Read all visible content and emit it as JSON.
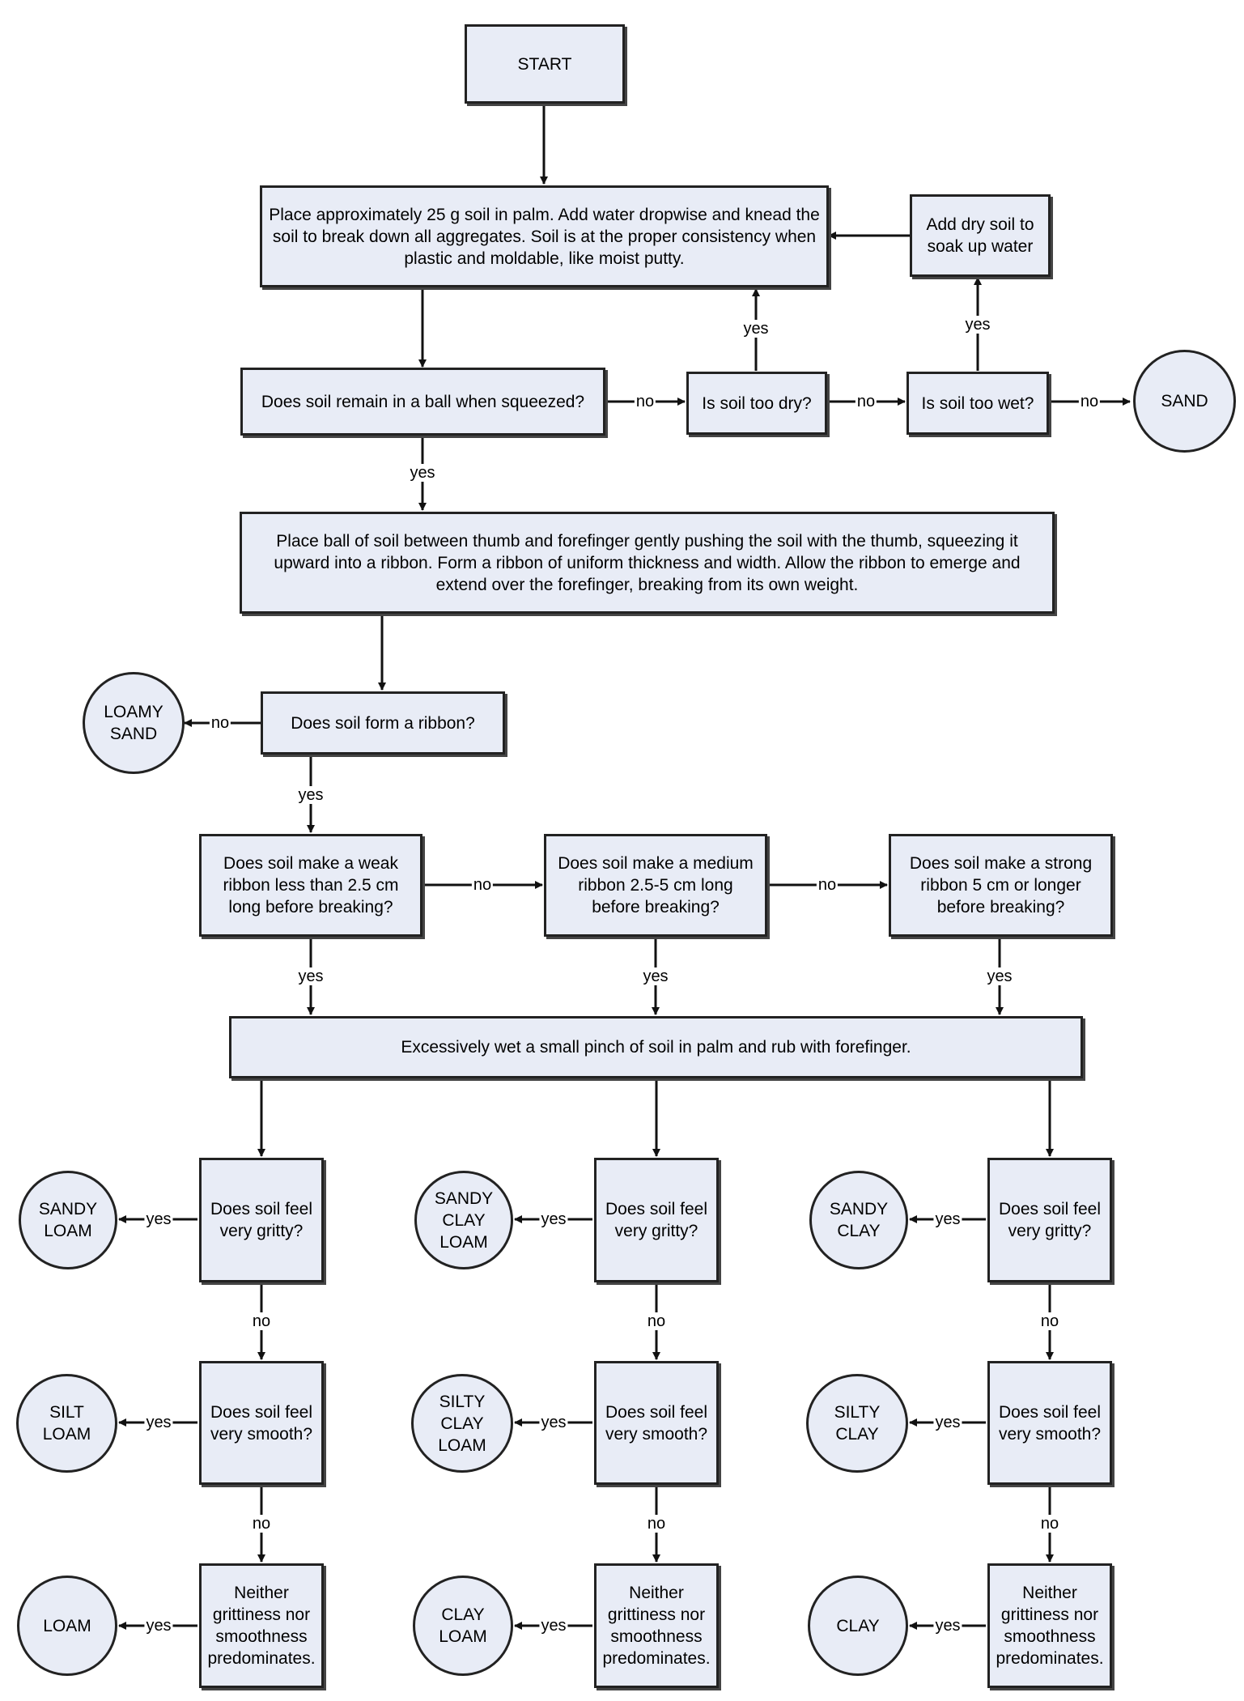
{
  "nodes": {
    "start": "START",
    "knead": "Place approximately 25 g soil in palm. Add water dropwise and knead the soil to break down all aggregates. Soil is at the proper consistency when plastic and moldable, like moist putty.",
    "add_dry": "Add dry soil to\nsoak up water",
    "ball": "Does soil remain in a ball when squeezed?",
    "too_dry": "Is soil too dry?",
    "too_wet": "Is soil too wet?",
    "sand": "SAND",
    "ribbon_instr": "Place ball of soil between thumb and forefinger gently pushing the soil with the thumb, squeezing it upward into a ribbon. Form a ribbon of uniform thickness and width. Allow the ribbon to emerge and extend over the forefinger, breaking from its own weight.",
    "form_ribbon": "Does soil form a ribbon?",
    "loamy_sand": "LOAMY\nSAND",
    "weak": "Does soil make a weak ribbon less than 2.5 cm long before breaking?",
    "medium": "Does soil make a medium ribbon 2.5-5 cm long before breaking?",
    "strong": "Does soil make a strong ribbon 5 cm or longer before breaking?",
    "wet": "Excessively wet a small pinch of soil in palm and rub with forefinger.",
    "gritty_1": "Does soil feel very gritty?",
    "gritty_2": "Does soil feel very gritty?",
    "gritty_3": "Does soil feel very gritty?",
    "smooth_1": "Does soil feel very smooth?",
    "smooth_2": "Does soil feel very smooth?",
    "smooth_3": "Does soil feel very smooth?",
    "neither_1": "Neither grittiness nor smoothness predominates.",
    "neither_2": "Neither grittiness nor smoothness predominates.",
    "neither_3": "Neither grittiness nor smoothness predominates.",
    "sandy_loam": "SANDY\nLOAM",
    "sandy_clay_loam": "SANDY\nCLAY\nLOAM",
    "sandy_clay": "SANDY\nCLAY",
    "silt_loam": "SILT\nLOAM",
    "silty_clay_loam": "SILTY\nCLAY\nLOAM",
    "silty_clay": "SILTY\nCLAY",
    "loam": "LOAM",
    "clay_loam": "CLAY\nLOAM",
    "clay": "CLAY"
  },
  "labels": {
    "yes": "yes",
    "no": "no"
  },
  "colors": {
    "node_fill": "#e8ecf6",
    "stroke": "#222222"
  }
}
